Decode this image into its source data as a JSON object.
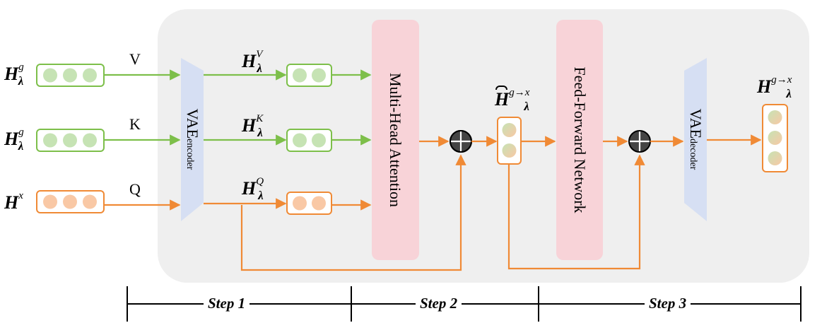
{
  "inputs": [
    {
      "label_main": "H",
      "label_sup": "g",
      "label_sub": "λ",
      "arrow_label": "V",
      "color": "#7dbf4a"
    },
    {
      "label_main": "H",
      "label_sup": "g",
      "label_sub": "λ",
      "arrow_label": "K",
      "color": "#7dbf4a"
    },
    {
      "label_main": "H",
      "label_sup": "x",
      "label_sub": "",
      "arrow_label": "Q",
      "color": "#f08a35"
    }
  ],
  "encoder": {
    "label_main": "VAE",
    "label_sub": "encoder"
  },
  "encoded": [
    {
      "label_main": "H",
      "label_sup": "V",
      "label_sub": "λ"
    },
    {
      "label_main": "H",
      "label_sup": "K",
      "label_sub": "λ"
    },
    {
      "label_main": "H",
      "label_sup": "Q",
      "label_sub": "λ"
    }
  ],
  "attention": {
    "label": "Multi-Head Attention"
  },
  "intermediate": {
    "label_main": "H",
    "label_sup": "g→x",
    "label_sub": "λ"
  },
  "ffn": {
    "label": "Feed-Forward Network"
  },
  "decoder": {
    "label_main": "VAE",
    "label_sub": "decoder"
  },
  "output": {
    "label_main": "H",
    "label_sup": "g→x",
    "label_sub": "λ"
  },
  "steps": [
    "Step 1",
    "Step 2",
    "Step 3"
  ],
  "colors": {
    "green": "#7dbf4a",
    "green_fill": "#c6e3b4",
    "orange": "#f08a35",
    "orange_fill": "#f9c8a5",
    "panel": "#efefef",
    "attention_fill": "#f8d3d8",
    "vae_fill": "#d6dff3"
  }
}
